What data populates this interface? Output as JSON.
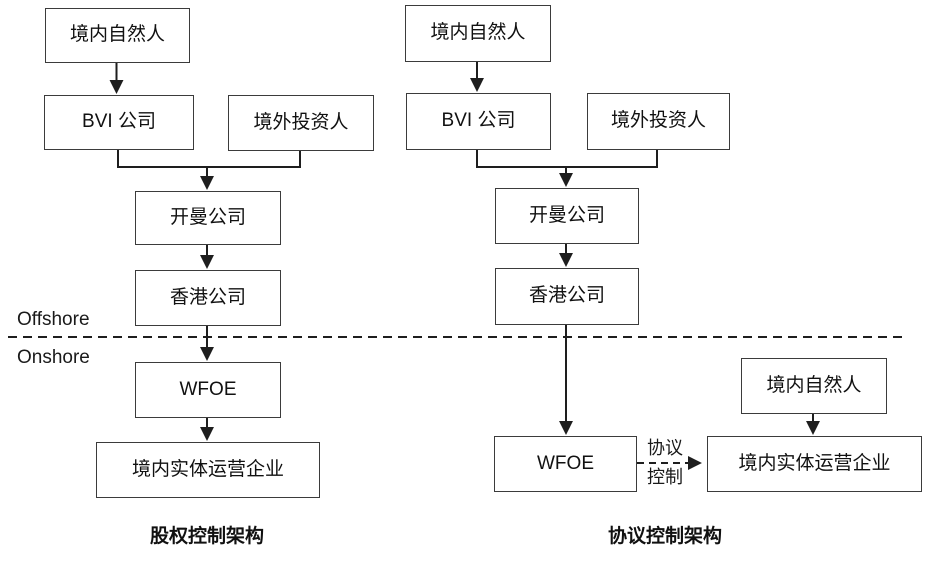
{
  "left_structure": {
    "caption": "股权控制架构",
    "nodes": {
      "domestic_natural_person": "境内自然人",
      "bvi_company": "BVI 公司",
      "foreign_investor": "境外投资人",
      "cayman_company": "开曼公司",
      "hongkong_company": "香港公司",
      "wfoe": "WFOE",
      "domestic_operating_entity": "境内实体运营企业"
    }
  },
  "right_structure": {
    "caption": "协议控制架构",
    "nodes": {
      "domestic_natural_person": "境内自然人",
      "bvi_company": "BVI 公司",
      "foreign_investor": "境外投资人",
      "cayman_company": "开曼公司",
      "hongkong_company": "香港公司",
      "wfoe": "WFOE",
      "domestic_natural_person_onshore": "境内自然人",
      "domestic_operating_entity": "境内实体运营企业"
    },
    "vie_link_label_line1": "协议",
    "vie_link_label_line2": "控制"
  },
  "region_labels": {
    "offshore": "Offshore",
    "onshore": "Onshore"
  },
  "colors": {
    "line": "#1e1e1e",
    "box_border": "#3b3b3b",
    "background": "#ffffff"
  }
}
